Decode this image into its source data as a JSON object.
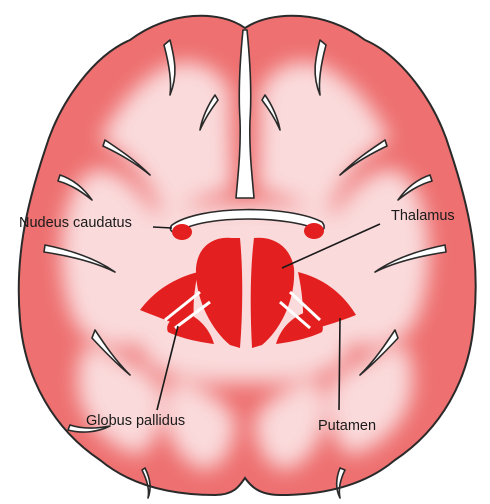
{
  "labels": {
    "caudate": "Nudeus caudatus",
    "thalamus": "Thalamus",
    "globus": "Globus pallidus",
    "putamen": "Putamen"
  },
  "colors": {
    "cortex": "#ee6e6e",
    "white_matter": "#fadadb",
    "nuclei": "#e3201f",
    "outline": "#2a2a2a",
    "background": "#ffffff"
  }
}
